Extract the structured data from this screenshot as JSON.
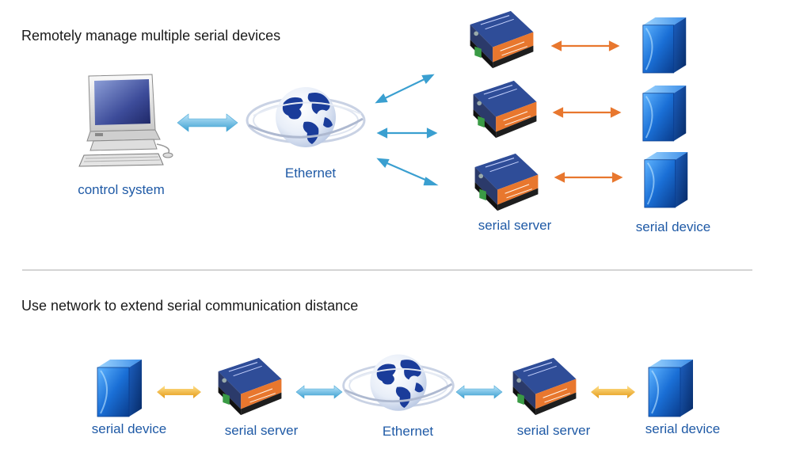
{
  "section_top": {
    "heading": "Remotely manage multiple serial devices",
    "labels": {
      "control_system": "control system",
      "ethernet": "Ethernet",
      "serial_server": "serial server",
      "serial_device": "serial device"
    }
  },
  "section_bottom": {
    "heading": "Use network to extend serial communication distance",
    "labels": {
      "serial_device_left": "serial device",
      "serial_server_left": "serial server",
      "ethernet": "Ethernet",
      "serial_server_right": "serial server",
      "serial_device_right": "serial device"
    }
  },
  "colors": {
    "ethernet_arrow": "#3a9fd0",
    "serial_arrow": "#e8772e",
    "serial_arrow_bottom": "#f0b040",
    "label_text": "#1f5aa6",
    "device_blue": "#1a6fd6",
    "server_orange": "#e8772e",
    "server_blue": "#3a5aa8"
  },
  "icons": {
    "computer": "computer-icon",
    "globe": "globe-icon",
    "serial_server": "serial-server-icon",
    "serial_device": "cube-icon"
  }
}
